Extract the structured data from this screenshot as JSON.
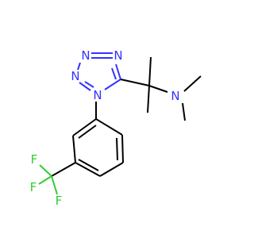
{
  "atoms": {
    "n1": "N",
    "n2": "N",
    "n3": "N",
    "n4": "N",
    "n_amine": "N",
    "f1": "F",
    "f2": "F",
    "f3": "F"
  },
  "colors": {
    "bond": "#000000",
    "nitrogen": "#3333ff",
    "fluorine": "#33cc33",
    "background": "#ffffff"
  }
}
